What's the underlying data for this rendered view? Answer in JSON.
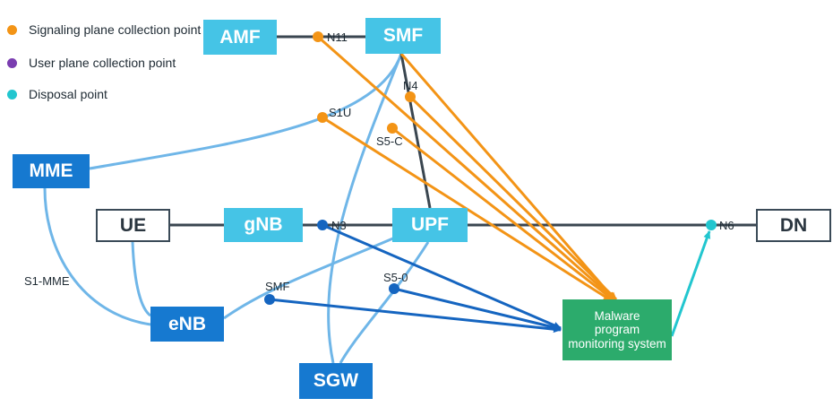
{
  "legend": [
    {
      "label": "Signaling plane collection point",
      "color": "#f39416"
    },
    {
      "label": "User plane collection point",
      "color": "#7a3db0"
    },
    {
      "label": "Disposal point",
      "color": "#22c6cf"
    }
  ],
  "nodes": {
    "amf": "AMF",
    "smf": "SMF",
    "mme": "MME",
    "ue": "UE",
    "gnb": "gNB",
    "upf": "UPF",
    "dn": "DN",
    "enb": "eNB",
    "sgw": "SGW",
    "malware": [
      "Malware",
      "program",
      "monitoring system"
    ]
  },
  "labels": {
    "n11": "N11",
    "n4": "N4",
    "s1u": "S1U",
    "s5c": "S5-C",
    "n3": "N3",
    "n6": "N6",
    "s1mme": "S1-MME",
    "smf_point": "SMF",
    "s50": "S5-0"
  },
  "colors": {
    "signaling": "#f39416",
    "user_plane_link": "#1565c0",
    "disposal": "#22c6cf",
    "backbone": "#3a4650",
    "light_link": "#6fb6e8"
  }
}
